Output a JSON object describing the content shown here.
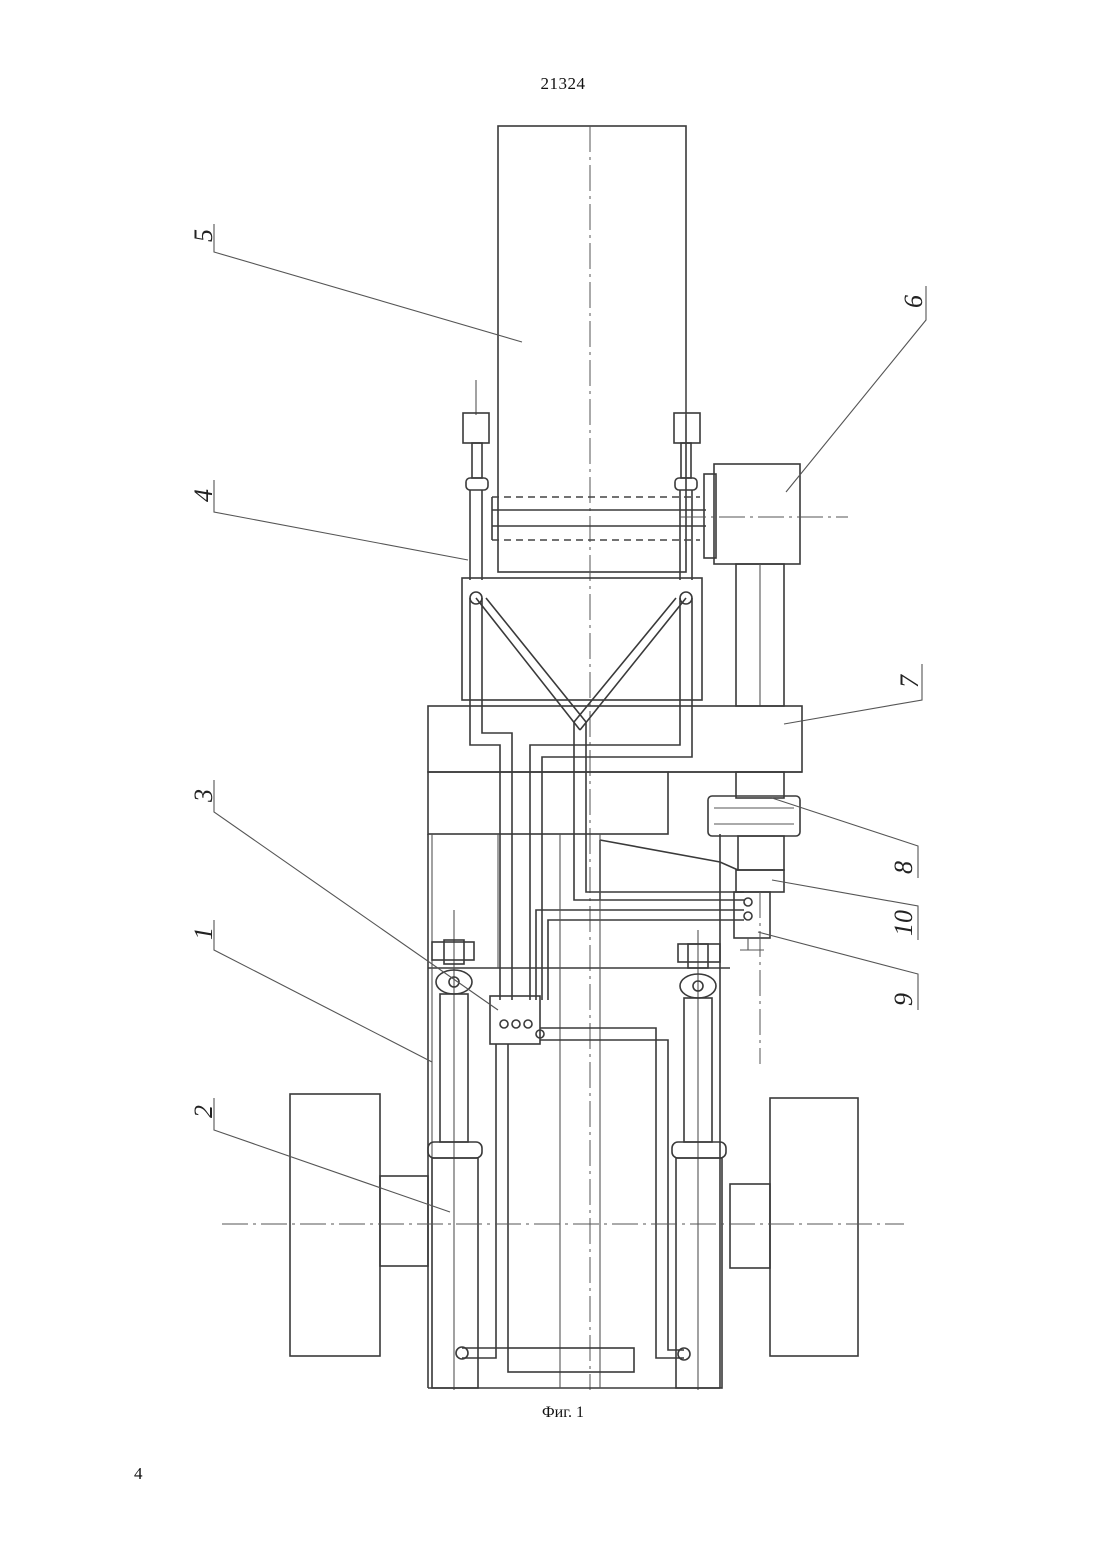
{
  "document": {
    "number": "21324",
    "figure_caption": "Фиг. 1",
    "page_number": "4"
  },
  "callouts": {
    "c1": "1",
    "c2": "2",
    "c3": "3",
    "c4": "4",
    "c5": "5",
    "c6": "6",
    "c7": "7",
    "c8": "8",
    "c9": "9",
    "c10": "10"
  }
}
